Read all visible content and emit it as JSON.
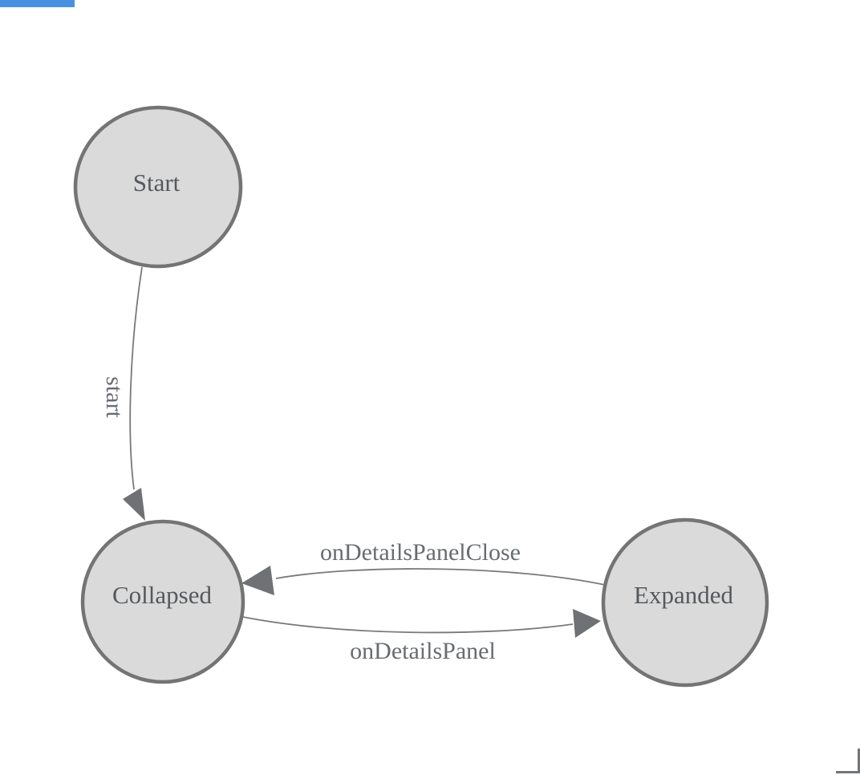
{
  "canvas": {
    "background": "#ffffff"
  },
  "artifacts": {
    "progress_bar": {
      "color": "#4a90e2"
    },
    "frame_corner": {
      "color": "#737678"
    }
  },
  "diagram": {
    "type": "state-machine",
    "colors": {
      "node_fill": "#dadada",
      "node_stroke": "#747474",
      "node_text": "#55595d",
      "edge_stroke": "#77797c",
      "edge_text": "#686c70",
      "arrow_fill": "#6f7174"
    },
    "states": [
      {
        "label": "Start"
      },
      {
        "label": "Collapsed"
      },
      {
        "label": "Expanded"
      }
    ],
    "transitions": [
      {
        "label": "start",
        "from": "Start",
        "to": "Collapsed"
      },
      {
        "label": "onDetailsPanelClose",
        "from": "Expanded",
        "to": "Collapsed"
      },
      {
        "label": "onDetailsPanel",
        "from": "Collapsed",
        "to": "Expanded"
      }
    ]
  }
}
